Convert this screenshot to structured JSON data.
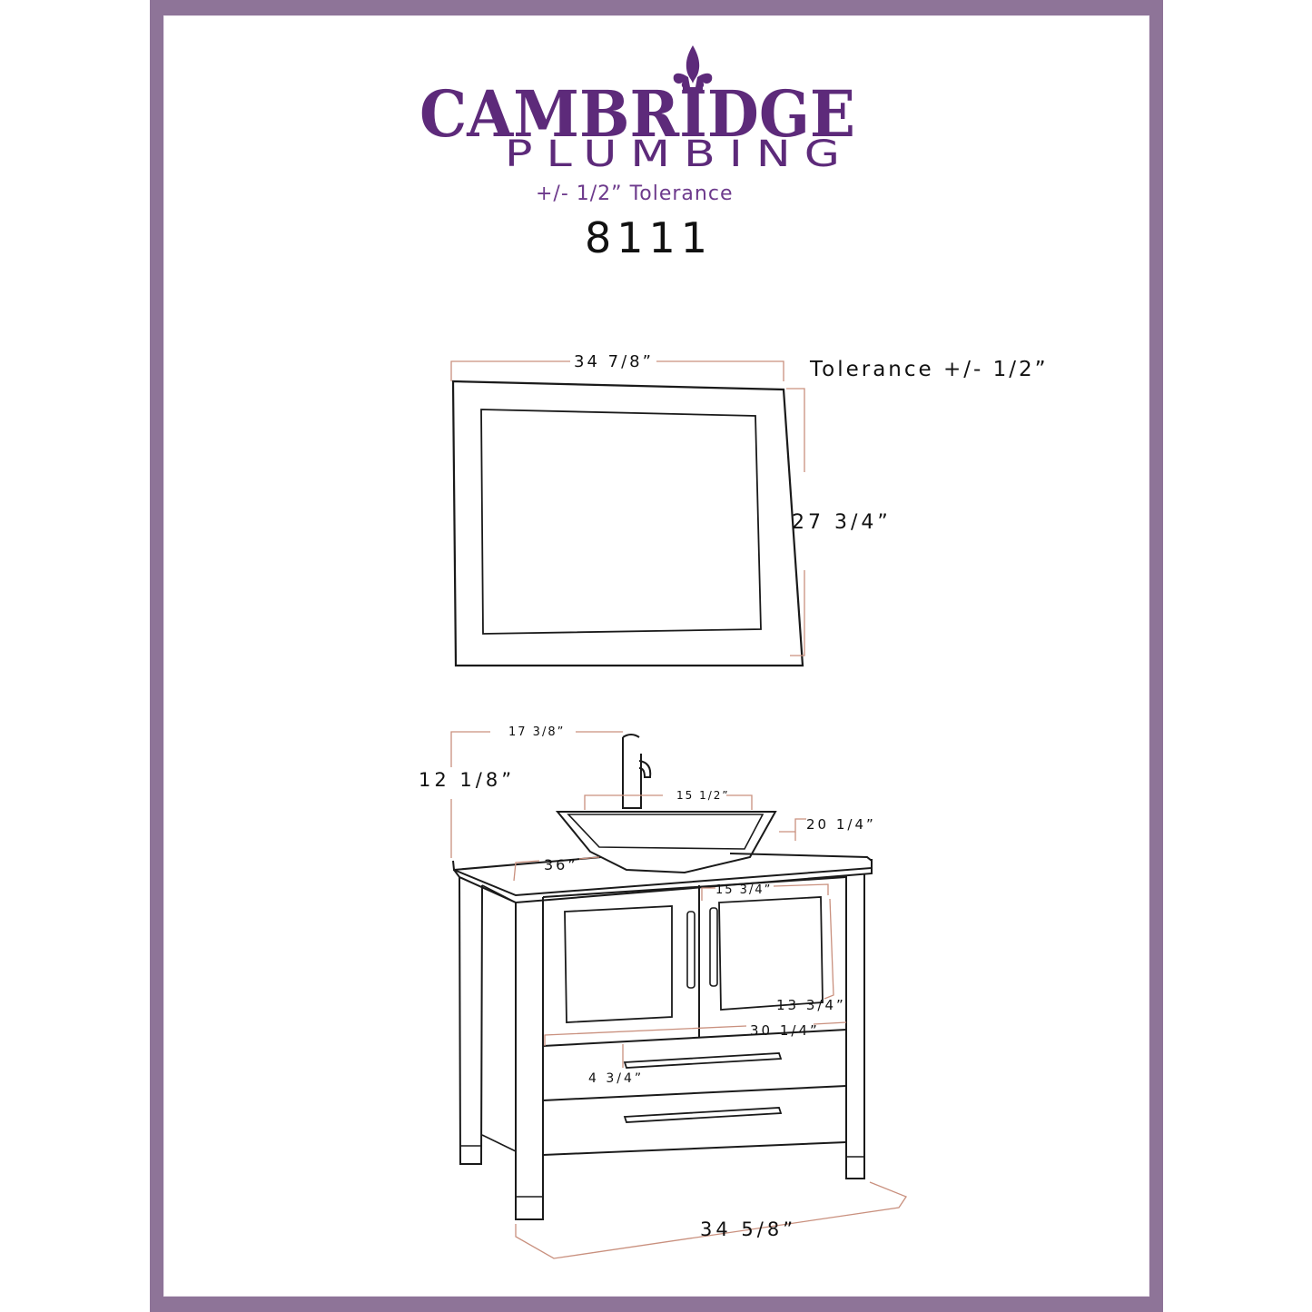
{
  "brand": {
    "name": "CAMBRIDGE",
    "sub": "PLUMBING"
  },
  "header": {
    "tolerance": "+/- 1/2” Tolerance",
    "model": "8111"
  },
  "mirror": {
    "tolerance_note": "Tolerance +/- 1/2”",
    "width": "34 7/8”",
    "height": "27 3/4”"
  },
  "vanity": {
    "faucet_width": "17 3/8”",
    "faucet_height": "12 1/8”",
    "sink_width": "15 1/2”",
    "top_depth": "20 1/4”",
    "top_width": "36”",
    "door_width": "15 3/4”",
    "door_height": "13 3/4”",
    "cabinet_width": "30 1/4”",
    "drawer_height": "4 3/4”",
    "base_width": "34 5/8”"
  },
  "colors": {
    "frame": "#8e7498",
    "brand": "#5d2a7a",
    "dimension_line": "#c9907e"
  }
}
